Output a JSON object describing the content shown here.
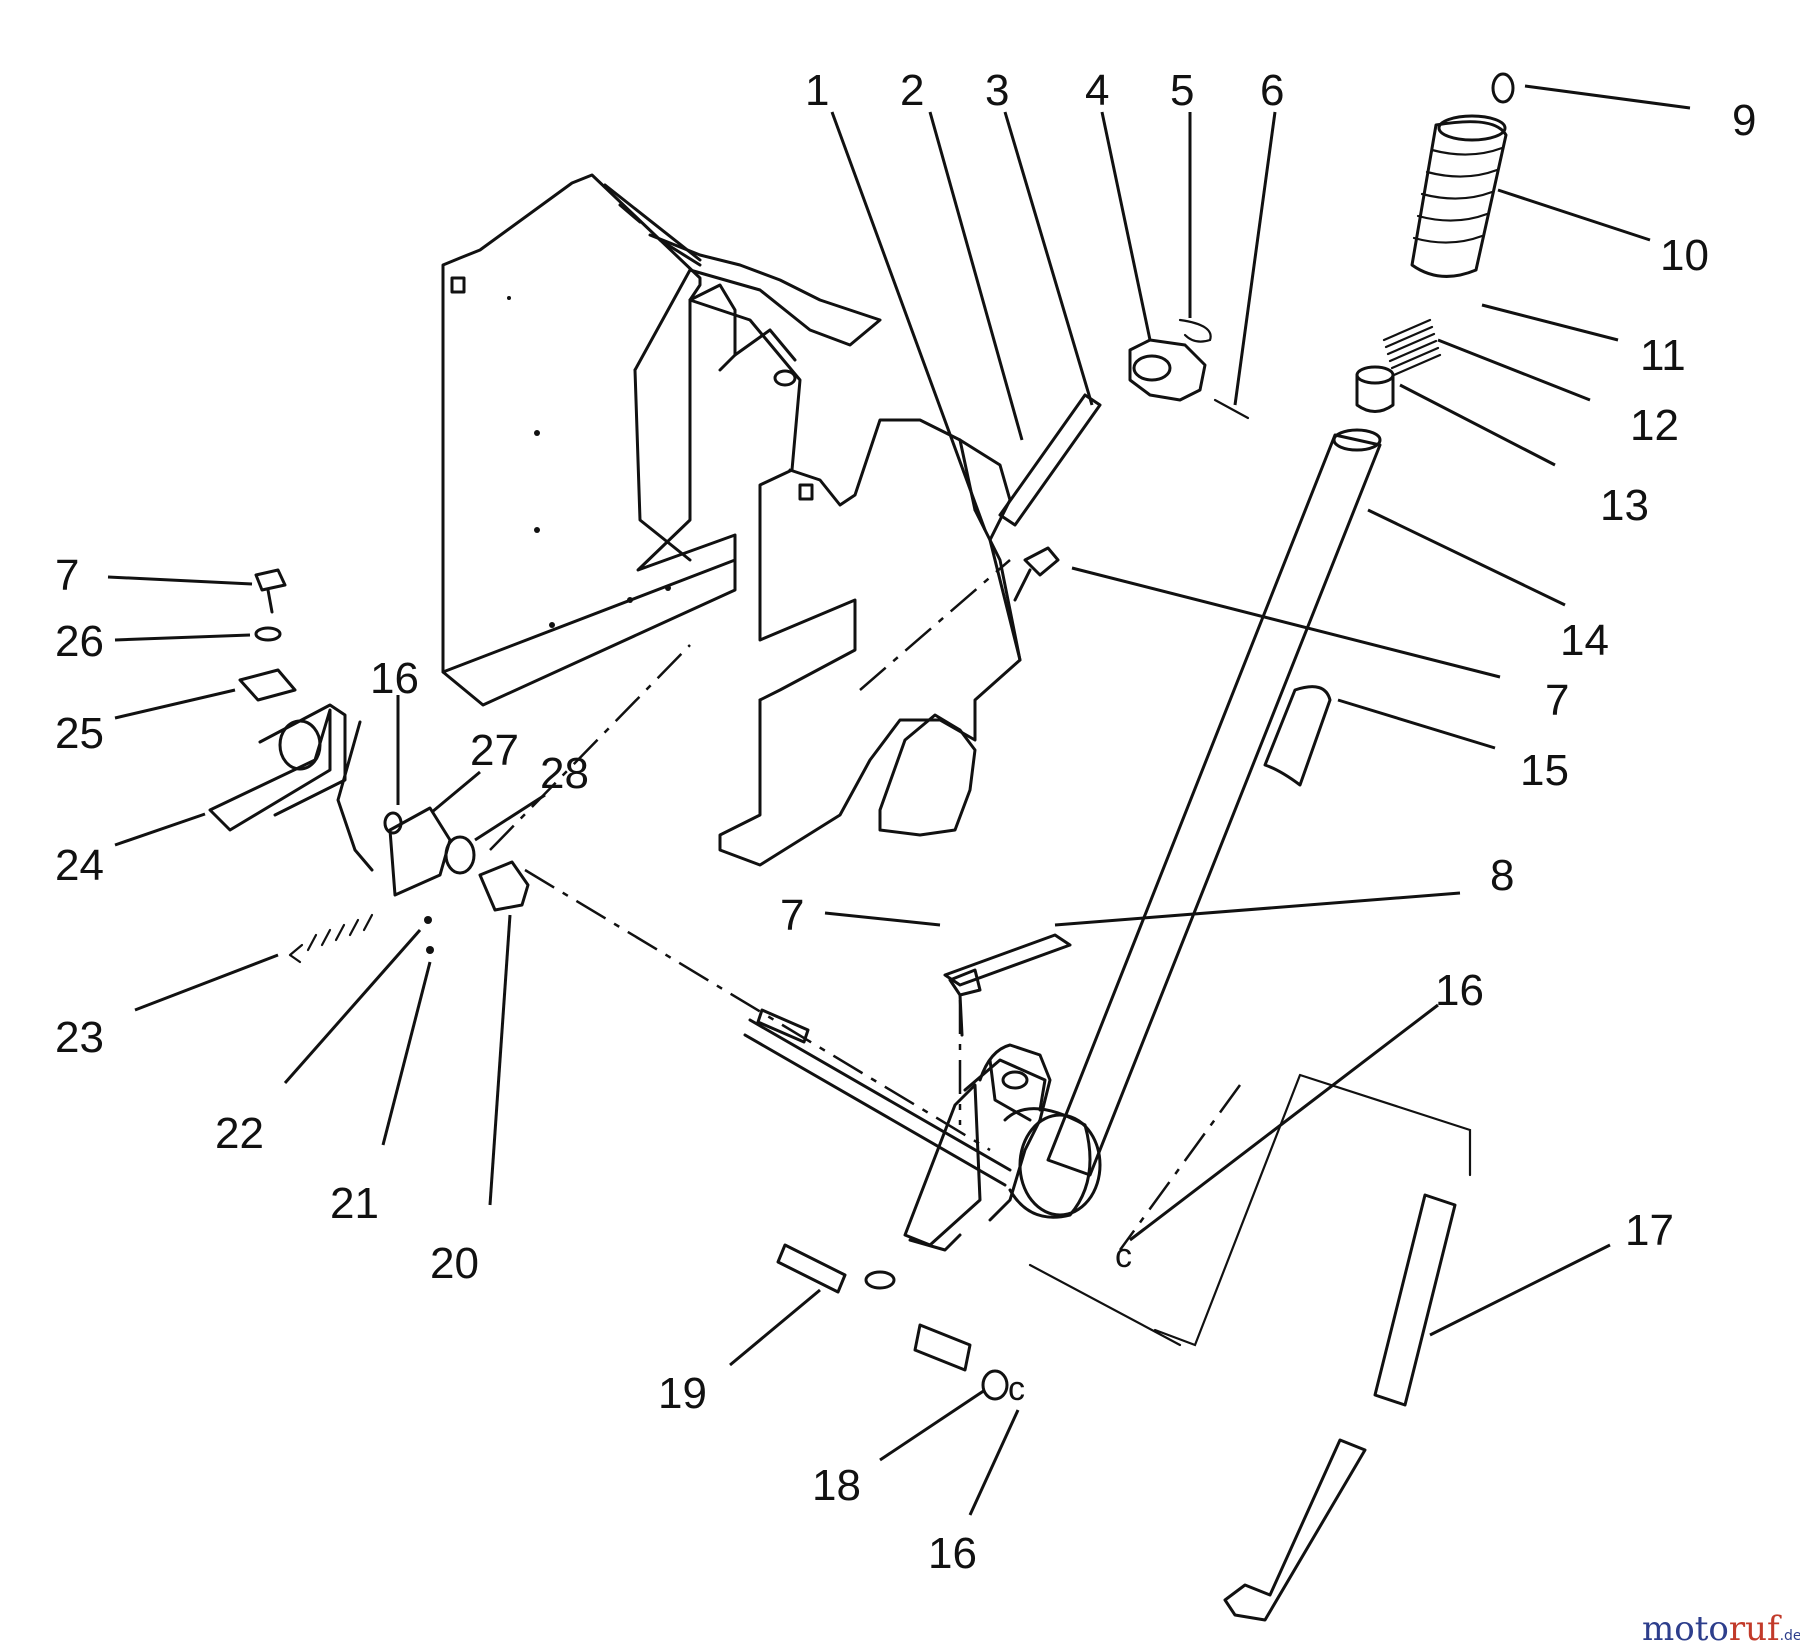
{
  "callouts": [
    {
      "id": "c1",
      "text": "1"
    },
    {
      "id": "c2",
      "text": "2"
    },
    {
      "id": "c3",
      "text": "3"
    },
    {
      "id": "c4",
      "text": "4"
    },
    {
      "id": "c5",
      "text": "5"
    },
    {
      "id": "c6",
      "text": "6"
    },
    {
      "id": "c9",
      "text": "9"
    },
    {
      "id": "c10",
      "text": "10"
    },
    {
      "id": "c11",
      "text": "11"
    },
    {
      "id": "c12",
      "text": "12"
    },
    {
      "id": "c13",
      "text": "13"
    },
    {
      "id": "c14",
      "text": "14"
    },
    {
      "id": "c7a",
      "text": "7"
    },
    {
      "id": "c15",
      "text": "15"
    },
    {
      "id": "c7b",
      "text": "7"
    },
    {
      "id": "c26",
      "text": "26"
    },
    {
      "id": "c25",
      "text": "25"
    },
    {
      "id": "c24",
      "text": "24"
    },
    {
      "id": "c16a",
      "text": "16"
    },
    {
      "id": "c27",
      "text": "27"
    },
    {
      "id": "c28",
      "text": "28"
    },
    {
      "id": "c8",
      "text": "8"
    },
    {
      "id": "c7c",
      "text": "7"
    },
    {
      "id": "c16b",
      "text": "16"
    },
    {
      "id": "c23",
      "text": "23"
    },
    {
      "id": "c22",
      "text": "22"
    },
    {
      "id": "c21",
      "text": "21"
    },
    {
      "id": "c20",
      "text": "20"
    },
    {
      "id": "c17",
      "text": "17"
    },
    {
      "id": "c19",
      "text": "19"
    },
    {
      "id": "c18",
      "text": "18"
    },
    {
      "id": "c16c",
      "text": "16"
    }
  ],
  "watermark": {
    "part1": "moto",
    "part2": "ruf",
    "suffix": ".de"
  }
}
